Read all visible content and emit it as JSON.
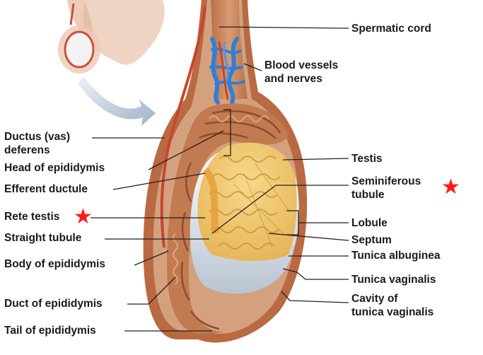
{
  "labels": {
    "spermatic_cord": "Spermatic cord",
    "blood_vessels_1": "Blood vessels",
    "blood_vessels_2": "and nerves",
    "ductus_1": "Ductus (vas)",
    "ductus_2": "deferens",
    "head_epididymis": "Head of epididymis",
    "efferent_ductule": "Efferent ductule",
    "rete_testis": "Rete testis",
    "straight_tubule": "Straight tubule",
    "body_epididymis": "Body of epididymis",
    "duct_epididymis": "Duct of epididymis",
    "tail_epididymis": "Tail of epididymis",
    "testis": "Testis",
    "seminiferous_1": "Seminiferous",
    "seminiferous_2": "tubule",
    "lobule": "Lobule",
    "septum": "Septum",
    "tunica_albuginea": "Tunica albuginea",
    "tunica_vaginalis": "Tunica vaginalis",
    "cavity_1": "Cavity of",
    "cavity_2": "tunica vaginalis"
  },
  "markers": {
    "star_glyph": "★"
  },
  "colors": {
    "star": "#ff1a1a",
    "scrotal_skin": "#c98a66",
    "tunica_outer": "#b5683f",
    "epididymis": "#c27a50",
    "testis_tubules": "#f0c770",
    "tunica_albuginea": "#e8edf3",
    "vessels_blue": "#2f7fd9",
    "vessels_red": "#c8452e",
    "leader_line": "#222222"
  }
}
